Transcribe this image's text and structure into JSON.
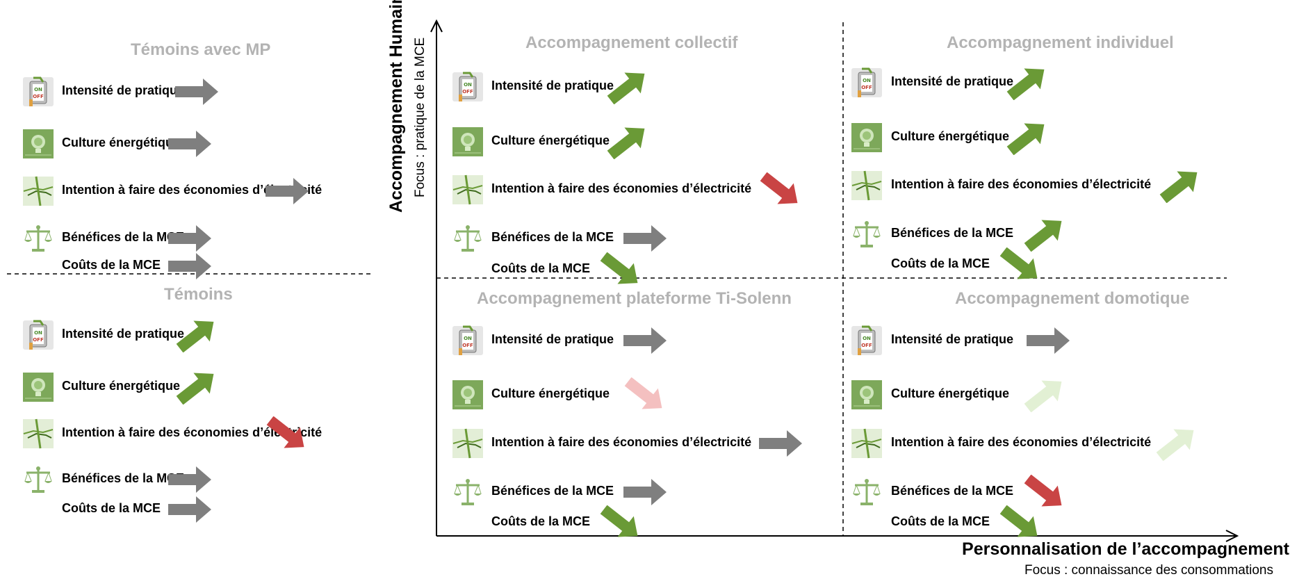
{
  "colors": {
    "gray": "#7f7f7f",
    "green": "#6a9a36",
    "red": "#c94444",
    "pink": "#f4c0c0",
    "lightgreen": "#e2f0d4",
    "title": "#b3b3b3"
  },
  "axes": {
    "x_label": "Personnalisation de l’accompagnement",
    "x_sublabel": "Focus : connaissance des consommations",
    "y_label": "Accompagnement Humain",
    "y_sublabel": "Focus : pratique de la MCE"
  },
  "panels": [
    {
      "id": "temoins-mp",
      "title": "Témoins avec MP",
      "items": [
        {
          "icon": "on-off-switch-icon",
          "label": "Intensité de pratique",
          "trend": "flat",
          "color": "gray"
        },
        {
          "icon": "lightbulb-globe-icon",
          "label": "Culture énergétique",
          "trend": "flat",
          "color": "gray"
        },
        {
          "icon": "handshake-icon",
          "label": "Intention à faire des économies d’électricité",
          "trend": "flat",
          "color": "gray"
        },
        {
          "icon": "balance-scale-icon",
          "label": "Bénéfices de la MCE",
          "trend": "flat",
          "color": "gray"
        },
        {
          "icon": "",
          "label": "Coûts de la MCE",
          "trend": "flat",
          "color": "gray"
        }
      ]
    },
    {
      "id": "temoins",
      "title": "Témoins",
      "items": [
        {
          "icon": "on-off-switch-icon",
          "label": "Intensité de pratique",
          "trend": "up",
          "color": "green"
        },
        {
          "icon": "lightbulb-globe-icon",
          "label": "Culture énergétique",
          "trend": "up",
          "color": "green"
        },
        {
          "icon": "handshake-icon",
          "label": "Intention à faire des économies d’électricité",
          "trend": "down",
          "color": "red"
        },
        {
          "icon": "balance-scale-icon",
          "label": "Bénéfices de la MCE",
          "trend": "flat",
          "color": "gray"
        },
        {
          "icon": "",
          "label": "Coûts de la MCE",
          "trend": "flat",
          "color": "gray"
        }
      ]
    },
    {
      "id": "collectif",
      "title": "Accompagnement collectif",
      "items": [
        {
          "icon": "on-off-switch-icon",
          "label": "Intensité de pratique",
          "trend": "up",
          "color": "green"
        },
        {
          "icon": "lightbulb-globe-icon",
          "label": "Culture énergétique",
          "trend": "up",
          "color": "green"
        },
        {
          "icon": "handshake-icon",
          "label": "Intention à faire des économies d’électricité",
          "trend": "down",
          "color": "red"
        },
        {
          "icon": "balance-scale-icon",
          "label": "Bénéfices de la MCE",
          "trend": "flat",
          "color": "gray"
        },
        {
          "icon": "",
          "label": "Coûts de la MCE",
          "trend": "down",
          "color": "green"
        }
      ]
    },
    {
      "id": "individuel",
      "title": "Accompagnement individuel",
      "items": [
        {
          "icon": "on-off-switch-icon",
          "label": "Intensité de pratique",
          "trend": "up",
          "color": "green"
        },
        {
          "icon": "lightbulb-globe-icon",
          "label": "Culture énergétique",
          "trend": "up",
          "color": "green"
        },
        {
          "icon": "handshake-icon",
          "label": "Intention à faire des économies d’électricité",
          "trend": "up",
          "color": "green"
        },
        {
          "icon": "balance-scale-icon",
          "label": "Bénéfices de la MCE",
          "trend": "up",
          "color": "green"
        },
        {
          "icon": "",
          "label": "Coûts de la MCE",
          "trend": "down",
          "color": "green"
        }
      ]
    },
    {
      "id": "ti-solenn",
      "title": "Accompagnement plateforme Ti-Solenn",
      "items": [
        {
          "icon": "on-off-switch-icon",
          "label": "Intensité de pratique",
          "trend": "flat",
          "color": "gray"
        },
        {
          "icon": "lightbulb-globe-icon",
          "label": "Culture énergétique",
          "trend": "down",
          "color": "pink"
        },
        {
          "icon": "handshake-icon",
          "label": "Intention à faire des économies d’électricité",
          "trend": "flat",
          "color": "gray"
        },
        {
          "icon": "balance-scale-icon",
          "label": "Bénéfices de la MCE",
          "trend": "flat",
          "color": "gray"
        },
        {
          "icon": "",
          "label": "Coûts de la MCE",
          "trend": "down",
          "color": "green"
        }
      ]
    },
    {
      "id": "domotique",
      "title": "Accompagnement domotique",
      "items": [
        {
          "icon": "on-off-switch-icon",
          "label": "Intensité de pratique",
          "trend": "flat",
          "color": "gray"
        },
        {
          "icon": "lightbulb-globe-icon",
          "label": "Culture énergétique",
          "trend": "up",
          "color": "lightgreen"
        },
        {
          "icon": "handshake-icon",
          "label": "Intention à faire des économies d’électricité",
          "trend": "up",
          "color": "lightgreen"
        },
        {
          "icon": "balance-scale-icon",
          "label": "Bénéfices de la MCE",
          "trend": "down",
          "color": "red"
        },
        {
          "icon": "",
          "label": "Coûts de la MCE",
          "trend": "down",
          "color": "green"
        }
      ]
    }
  ]
}
